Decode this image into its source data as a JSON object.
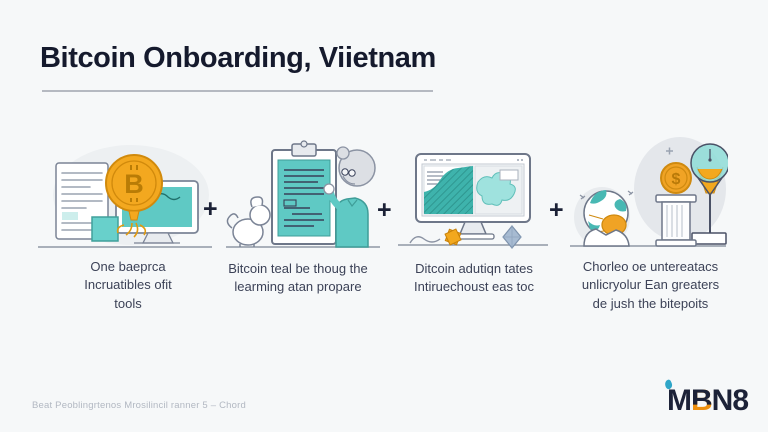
{
  "title": "Bitcoin Onboarding, Viietnam",
  "separators": [
    "+",
    "+",
    "+"
  ],
  "panels": [
    {
      "icon": "bitcoin-document-monitor-illustration",
      "lines": [
        "One baeprca",
        "Incruatibles ofit",
        "tools"
      ]
    },
    {
      "icon": "clipboard-dog-teacher-illustration",
      "lines": [
        "Bitcoin teal be thoug the",
        "learming atan propare"
      ]
    },
    {
      "icon": "dashboard-monitor-illustration",
      "lines": [
        "Ditcoin adutiqn tates",
        "Intiruechoust eas toc"
      ]
    },
    {
      "icon": "person-column-lightbulb-illustration",
      "lines": [
        "Chorleo oe untereatacs",
        "unlicryolur Ean greaters",
        "de jush the bitepoits"
      ]
    }
  ],
  "footer": {
    "credit": "Beat Peoblingrtenos Mrosilincil ranner 5 – Chord"
  },
  "logo": {
    "letters": [
      "M",
      "B",
      "N",
      "8"
    ]
  },
  "colors": {
    "background": "#f6f8f9",
    "ink": "#151a2d",
    "caption_text": "#3c4257",
    "teal": "#5fc9c4",
    "orange": "#f0a325",
    "logo_navy": "#1c2238",
    "logo_orange": "#ee8f0e",
    "logo_accent_blue": "#2fa6c8",
    "ground_line": "#8f98a5"
  }
}
